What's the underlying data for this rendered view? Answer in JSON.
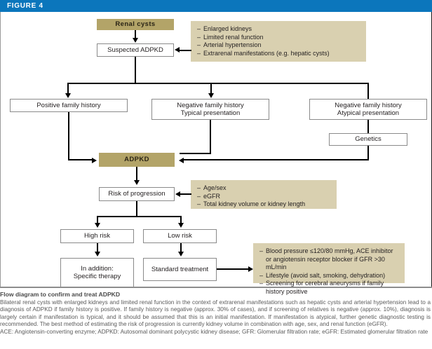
{
  "header": {
    "label": "FIGURE 4"
  },
  "diagram": {
    "nodes": {
      "renal_cysts": "Renal cysts",
      "suspected_adpkd": "Suspected ADPKD",
      "positive_family_history": "Positive family history",
      "negative_typical_l1": "Negative family history",
      "negative_typical_l2": "Typical presentation",
      "negative_atypical_l1": "Negative family history",
      "negative_atypical_l2": "Atypical presentation",
      "genetics": "Genetics",
      "adpkd": "ADPKD",
      "risk_of_progression": "Risk of progression",
      "high_risk": "High risk",
      "low_risk": "Low risk",
      "in_addition_l1": "In addition:",
      "in_addition_l2": "Specific therapy",
      "standard_treatment": "Standard treatment"
    },
    "panels": {
      "suspicion_criteria": [
        "Enlarged kidneys",
        "Limited renal function",
        "Arterial hypertension",
        "Extrarenal manifestations (e.g. hepatic cysts)"
      ],
      "progression_factors": [
        "Age/sex",
        "eGFR",
        "Total kidney volume or kidney length"
      ],
      "standard_treatment_details": [
        "Blood pressure ≤120/80 mmHg, ACE inhibitor or angiotensin receptor blocker if GFR >30 mL/min",
        "Lifestyle (avoid salt, smoking, dehydration)",
        "Screening for cerebral aneurysms if family history positive"
      ]
    },
    "colors": {
      "header_blue": "#0b76bc",
      "node_tan": "#b3a468",
      "panel_tan": "#d9d0b0",
      "line_black": "#000000",
      "box_border": "#8a8a8a"
    }
  },
  "caption": {
    "title": "Flow diagram to confirm and treat ADPKD",
    "body": "Bilateral renal cysts with enlarged kidneys and limited renal function in the context of extrarenal manifestations such as hepatic cysts and arterial hypertension lead to a diagnosis of ADPKD if family history is positive. If family history is negative (approx. 30% of cases), and if screening of relatives is negative (approx. 10%), diagnosis is largely certain if manifestation is typical, and it should be assumed that this is an initial manifestation. If manifestation is atypical, further genetic diagnostic testing is recommended. The best method of estimating the risk of progression is currently kidney volume in combination with age, sex, and renal function (eGFR).",
    "abbreviations": "ACE: Angiotensin-converting enzyme; ADPKD: Autosomal dominant polycystic kidney disease; GFR: Glomerular filtration rate; eGFR: Estimated glomerular filtration rate"
  }
}
